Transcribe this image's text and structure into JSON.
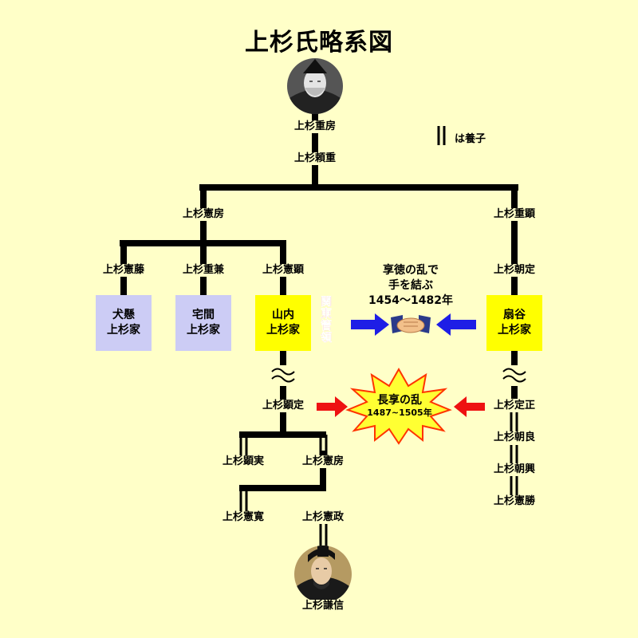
{
  "title": "上杉氏略系図",
  "legend": "は養子",
  "people": {
    "shigefusa": "上杉重房",
    "yorishige": "上杉頼重",
    "norifusa1": "上杉憲房",
    "shigeaki1": "上杉重顕",
    "norifuji": "上杉憲藤",
    "shigekane": "上杉重兼",
    "noriaki": "上杉憲顕",
    "tomosada": "上杉朝定",
    "akisada": "上杉顕定",
    "sadamasa": "上杉定正",
    "tomoyoshi": "上杉朝良",
    "tomooki": "上杉朝興",
    "norikatsu": "上杉憲勝",
    "akizane": "上杉顕実",
    "norifusa2": "上杉憲房",
    "norihiro": "上杉憲寛",
    "norimasa": "上杉憲政",
    "kenshin": "上杉謙信"
  },
  "houses": {
    "inukake": [
      "犬懸",
      "上杉家"
    ],
    "takuma": [
      "宅間",
      "上杉家"
    ],
    "yamanouchi": [
      "山内",
      "上杉家"
    ],
    "ougigayatsu": [
      "扇谷",
      "上杉家"
    ]
  },
  "kanto_kanrei": [
    "関",
    "東",
    "管",
    "領"
  ],
  "alliance": {
    "line1": "享徳の乱で",
    "line2": "手を結ぶ",
    "years": "1454～1482年"
  },
  "war": {
    "name": "長享の乱",
    "years": "1487~1505年"
  },
  "colors": {
    "background": "#ffffc8",
    "house_lavender": "#ccccf5",
    "house_yellow": "#ffff00",
    "arrow_blue": "#1e1ee6",
    "arrow_red": "#ee1111",
    "star_fill": "#ffff33",
    "star_stroke": "#ff3300",
    "kanrei_text": "#dd0000"
  }
}
